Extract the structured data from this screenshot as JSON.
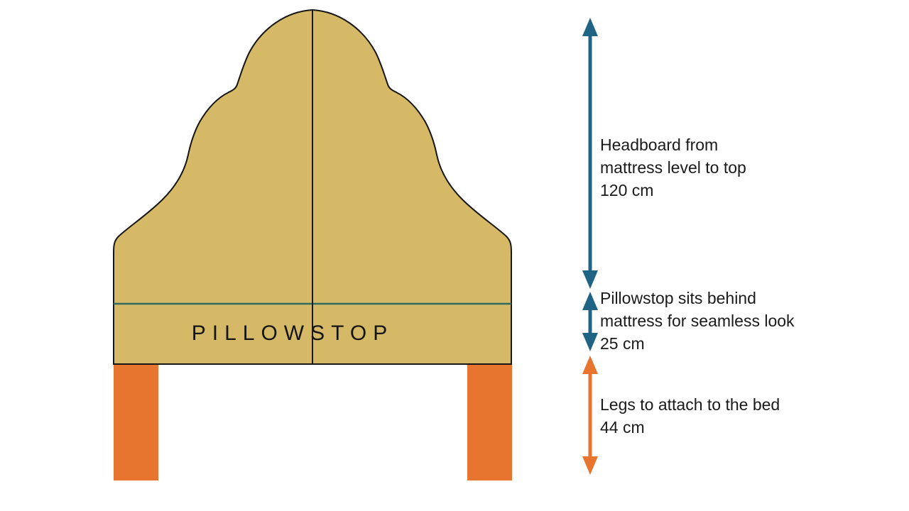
{
  "diagram": {
    "headboard_label": "PILLOWSTOP"
  },
  "colors": {
    "headboard_fill": "#D6B967",
    "leg_fill": "#E8752F",
    "teal": "#1F6484",
    "orange": "#E8752F",
    "mattress_line": "#2F6B5E",
    "outline": "#161616",
    "text": "#1A1A1A"
  },
  "annotations": [
    {
      "name": "headboard-height",
      "lines": [
        "Headboard from",
        "mattress level to top",
        "120 cm"
      ]
    },
    {
      "name": "pillowstop-depth",
      "lines": [
        "Pillowstop sits behind",
        "mattress for seamless look",
        "25 cm"
      ]
    },
    {
      "name": "legs-height",
      "lines": [
        "Legs to attach to the bed",
        "44 cm"
      ]
    }
  ]
}
